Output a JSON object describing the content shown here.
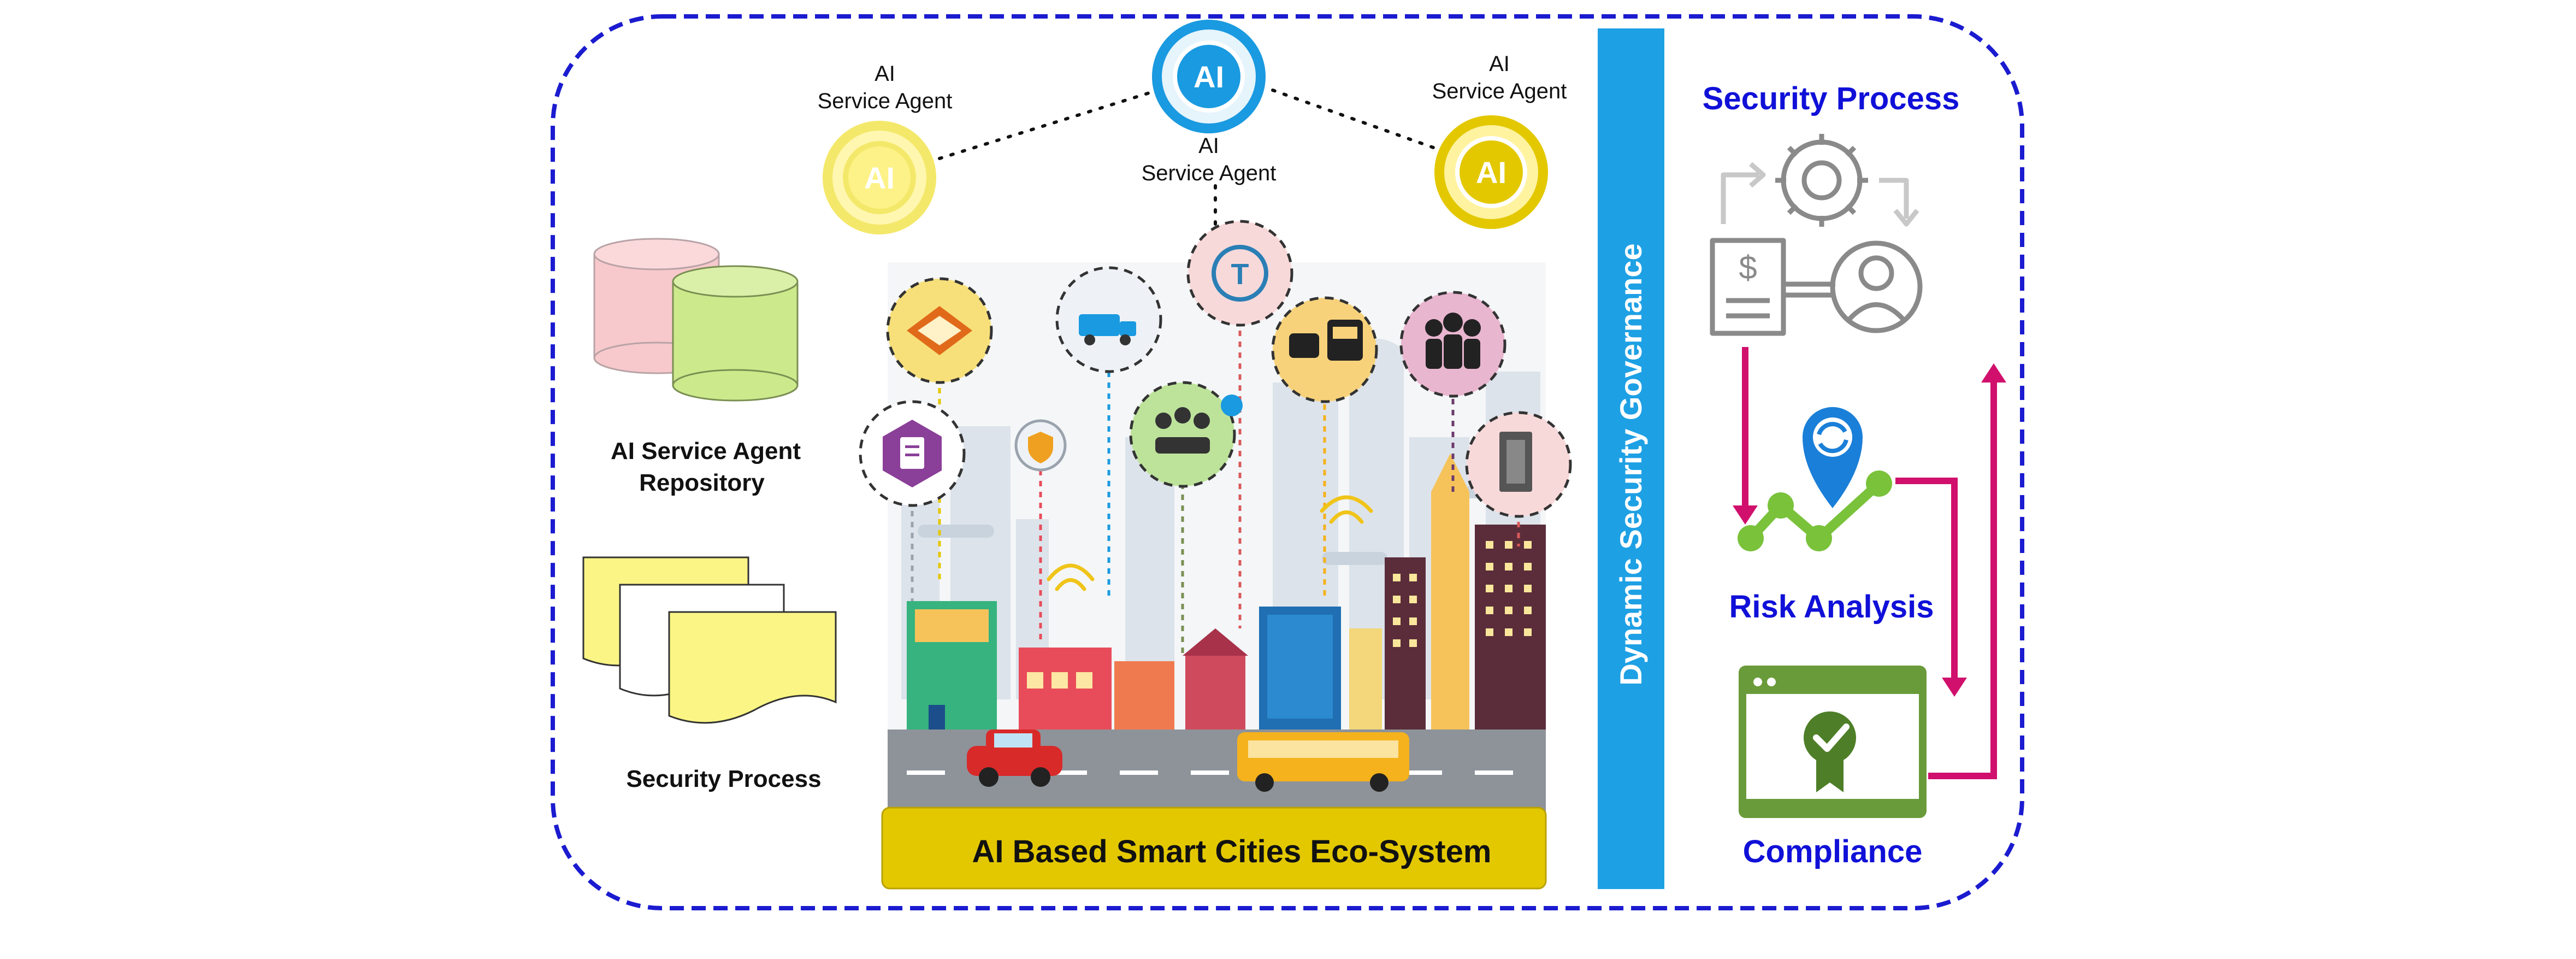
{
  "agents": {
    "left_label_line1": "AI",
    "left_label_line2": "Service Agent",
    "center_label_line1": "AI",
    "center_label_line2": "Service Agent",
    "right_label_line1": "AI",
    "right_label_line2": "Service Agent",
    "badge_text": "AI"
  },
  "left_panel": {
    "repository_line1": "AI Service Agent",
    "repository_line2": "Repository",
    "security_process": "Security Process"
  },
  "city": {
    "banner": "AI Based Smart Cities Eco-System"
  },
  "governance": {
    "label": "Dynamic Security Governance"
  },
  "right_panel": {
    "security_process": "Security Process",
    "risk_analysis": "Risk Analysis",
    "compliance": "Compliance"
  },
  "colors": {
    "border_blue": "#1b1bd0",
    "heading_blue": "#1010d8",
    "governance_bar": "#1ea0e4",
    "banner_yellow": "#e3c800",
    "arrow_magenta": "#d0106c",
    "db_pink": "#f7c9cc",
    "db_green": "#cce98c",
    "doc_yellow": "#fbf585"
  }
}
